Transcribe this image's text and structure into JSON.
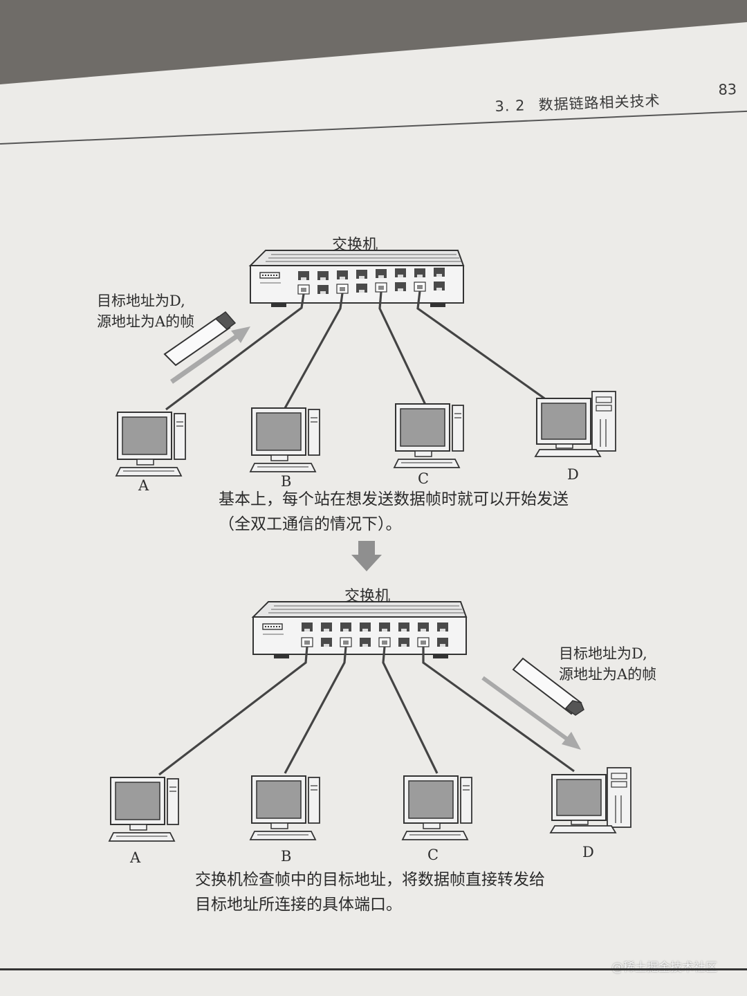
{
  "header": {
    "section_number": "3. 2",
    "section_title": "数据链路相关技术",
    "page_number": "83"
  },
  "figure_top": {
    "switch_label": "交换机",
    "frame_note": [
      "目标地址为D,",
      "源地址为A的帧"
    ],
    "hosts": [
      "A",
      "B",
      "C",
      "D"
    ],
    "caption": [
      "基本上，每个站在想发送数据帧时就可以开始发送",
      "（全双工通信的情况下）。"
    ]
  },
  "figure_bottom": {
    "switch_label": "交换机",
    "frame_note": [
      "目标地址为D,",
      "源地址为A的帧"
    ],
    "hosts": [
      "A",
      "B",
      "C",
      "D"
    ],
    "caption": [
      "交换机检查帧中的目标地址，将数据帧直接转发给",
      "目标地址所连接的具体端口。"
    ]
  },
  "watermark": "@稀土掘金技术社区",
  "colors": {
    "paper": "#ecebe8",
    "ink": "#2d2d2d",
    "arrow": "#9a9a9a"
  }
}
